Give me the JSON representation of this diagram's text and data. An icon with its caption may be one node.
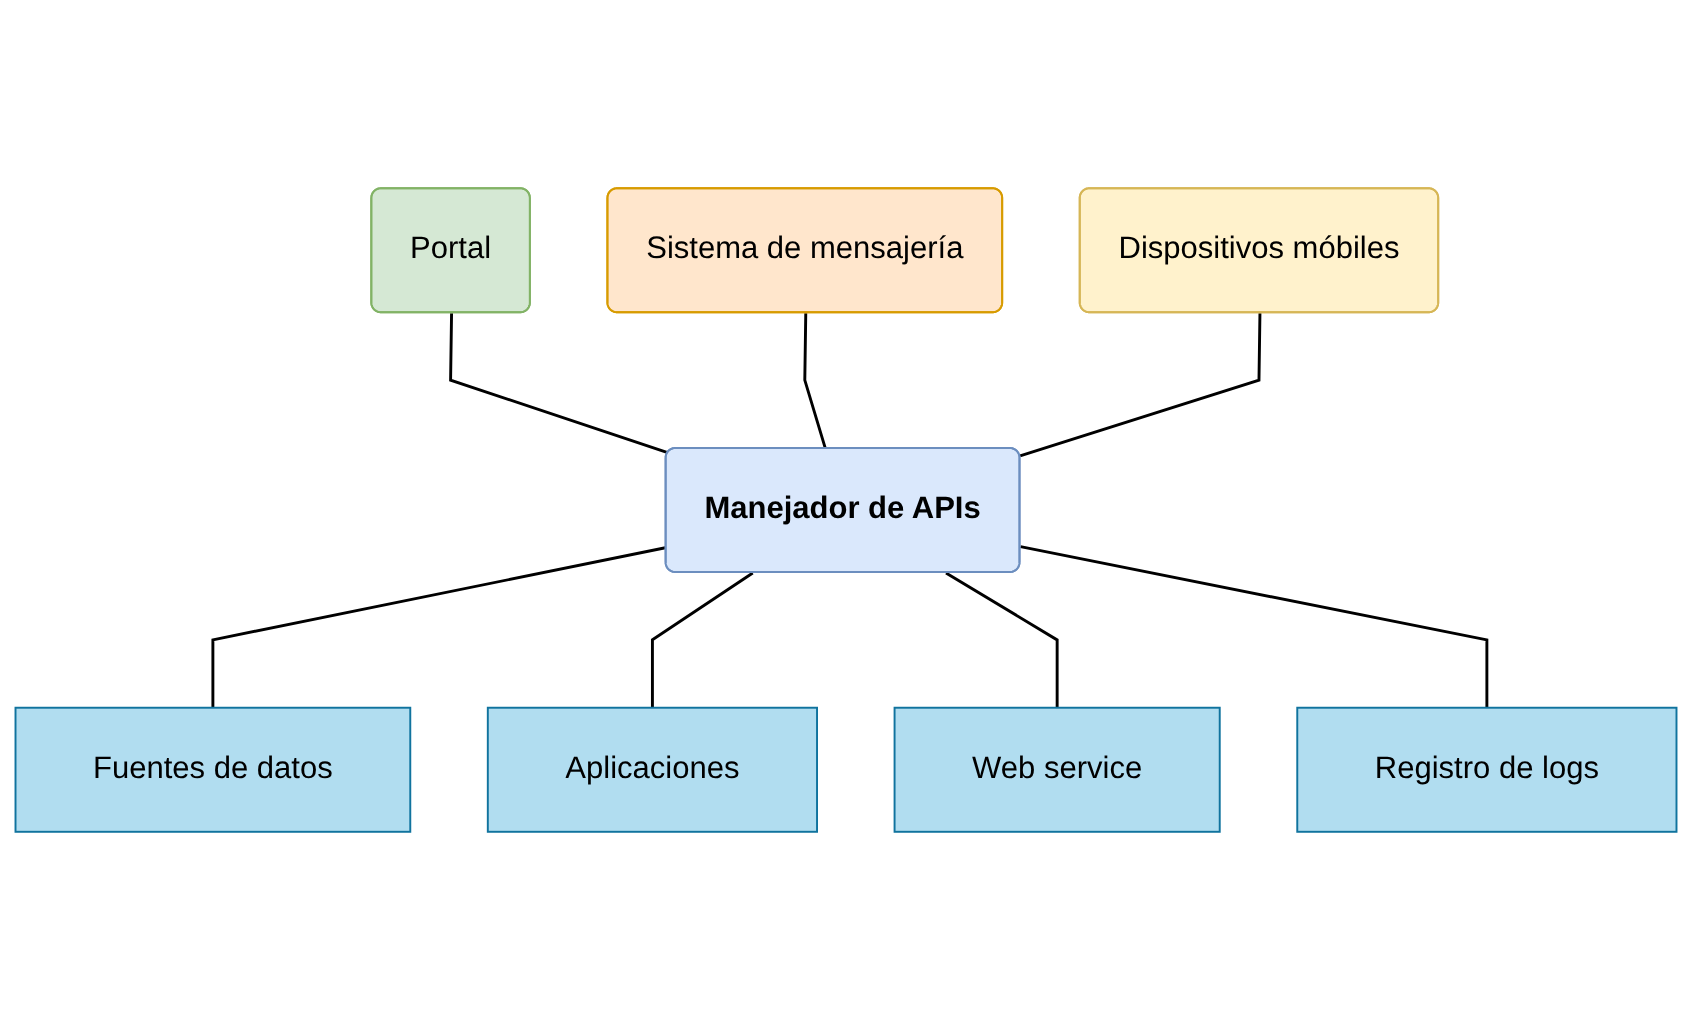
{
  "diagram": {
    "nodes": [
      {
        "text": [
          "Portal"
        ]
      },
      {
        "text": [
          "Sistema de mensajería"
        ]
      },
      {
        "text": [
          "Dispositivos móbiles"
        ]
      },
      {
        "text": [
          "Manejador de APIs"
        ]
      },
      {
        "text": [
          "Fuentes de datos"
        ]
      },
      {
        "text": [
          "Aplicaciones"
        ]
      },
      {
        "text": [
          "Web service"
        ]
      },
      {
        "text": [
          "Registro de logs"
        ]
      }
    ],
    "edges": [
      {
        "from": 0,
        "to": 3,
        "arrow": "none"
      },
      {
        "from": 1,
        "to": 3,
        "arrow": "none"
      },
      {
        "from": 2,
        "to": 3,
        "arrow": "none"
      },
      {
        "from": 3,
        "to": 4,
        "arrow": "none"
      },
      {
        "from": 3,
        "to": 5,
        "arrow": "none"
      },
      {
        "from": 3,
        "to": 6,
        "arrow": "none"
      },
      {
        "from": 3,
        "to": 7,
        "arrow": "none"
      }
    ]
  }
}
